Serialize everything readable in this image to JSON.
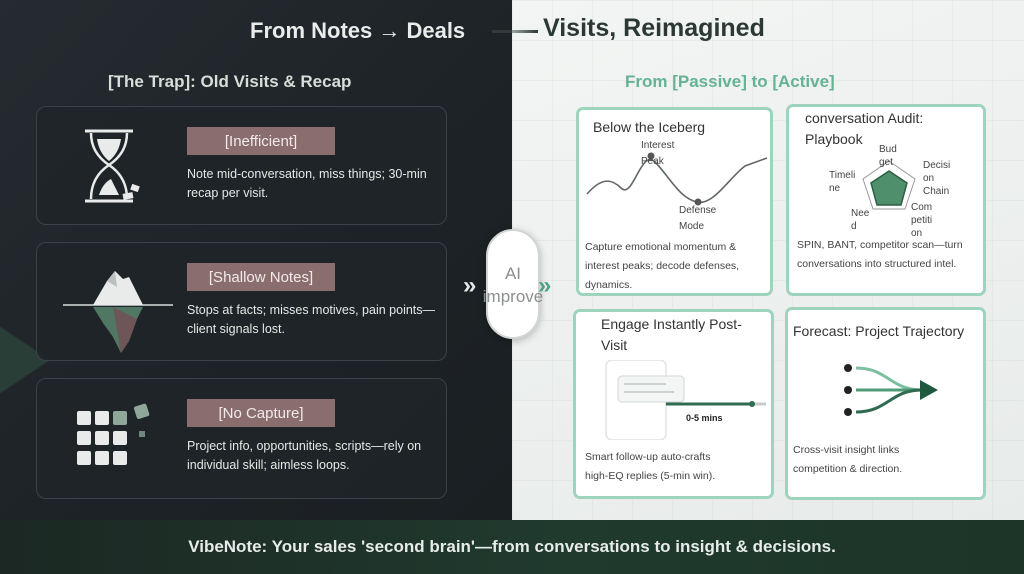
{
  "header": {
    "title_left": "From Notes → Deals",
    "title_right": "Visits, Reimagined"
  },
  "left_section": {
    "heading": "[The Trap]: Old Visits & Recap",
    "cards": [
      {
        "tag": "[Inefficient]",
        "text": "Note mid-conversation, miss things; 30-min recap per visit.",
        "icon": "hourglass-icon"
      },
      {
        "tag": "[Shallow Notes]",
        "text": "Stops at facts; misses motives, pain points—client signals lost.",
        "icon": "iceberg-icon"
      },
      {
        "tag": "[No Capture]",
        "text": "Project info, opportunities, scripts—rely on individual skill; aimless loops.",
        "icon": "grid-blocks-icon"
      }
    ]
  },
  "center": {
    "line1": "AI",
    "line2": "improve",
    "chevron_left": "»",
    "chevron_right": "»"
  },
  "right_section": {
    "heading": "From [Passive] to [Active]",
    "cards": [
      {
        "title": "Below the Iceberg",
        "desc": "Capture emotional momentum & interest peaks; decode defenses, dynamics.",
        "labels": {
          "peak_1": "Interest",
          "peak_2": "Peak",
          "valley_1": "Defense",
          "valley_2": "Mode"
        }
      },
      {
        "title_1": "conversation Audit:",
        "title_2": "Playbook",
        "desc": "SPIN, BANT, competitor scan—turn conversations into structured intel.",
        "radar_labels": {
          "budget_1": "Bud",
          "budget_2": "get",
          "decision_1": "Decisi",
          "decision_2": "on",
          "decision_3": "Chain",
          "competition_1": "Com",
          "competition_2": "petiti",
          "competition_3": "on",
          "need_1": "Nee",
          "need_2": "d",
          "timeline_1": "Timeli",
          "timeline_2": "ne"
        }
      },
      {
        "title": "Engage Instantly Post-Visit",
        "desc": "Smart follow-up auto-crafts high-EQ replies (5-min win).",
        "timer_label": "0-5 mins"
      },
      {
        "title": "Forecast: Project Trajectory",
        "desc": "Cross-visit insight links competition & direction."
      }
    ]
  },
  "footer": {
    "text": "VibeNote: Your sales 'second brain'—from conversations to insight & decisions."
  },
  "colors": {
    "accent_green": "#64b394",
    "dark_green": "#2f6b50",
    "tag_mauve": "#8a6e6d",
    "card_border": "#9ed3bd"
  }
}
